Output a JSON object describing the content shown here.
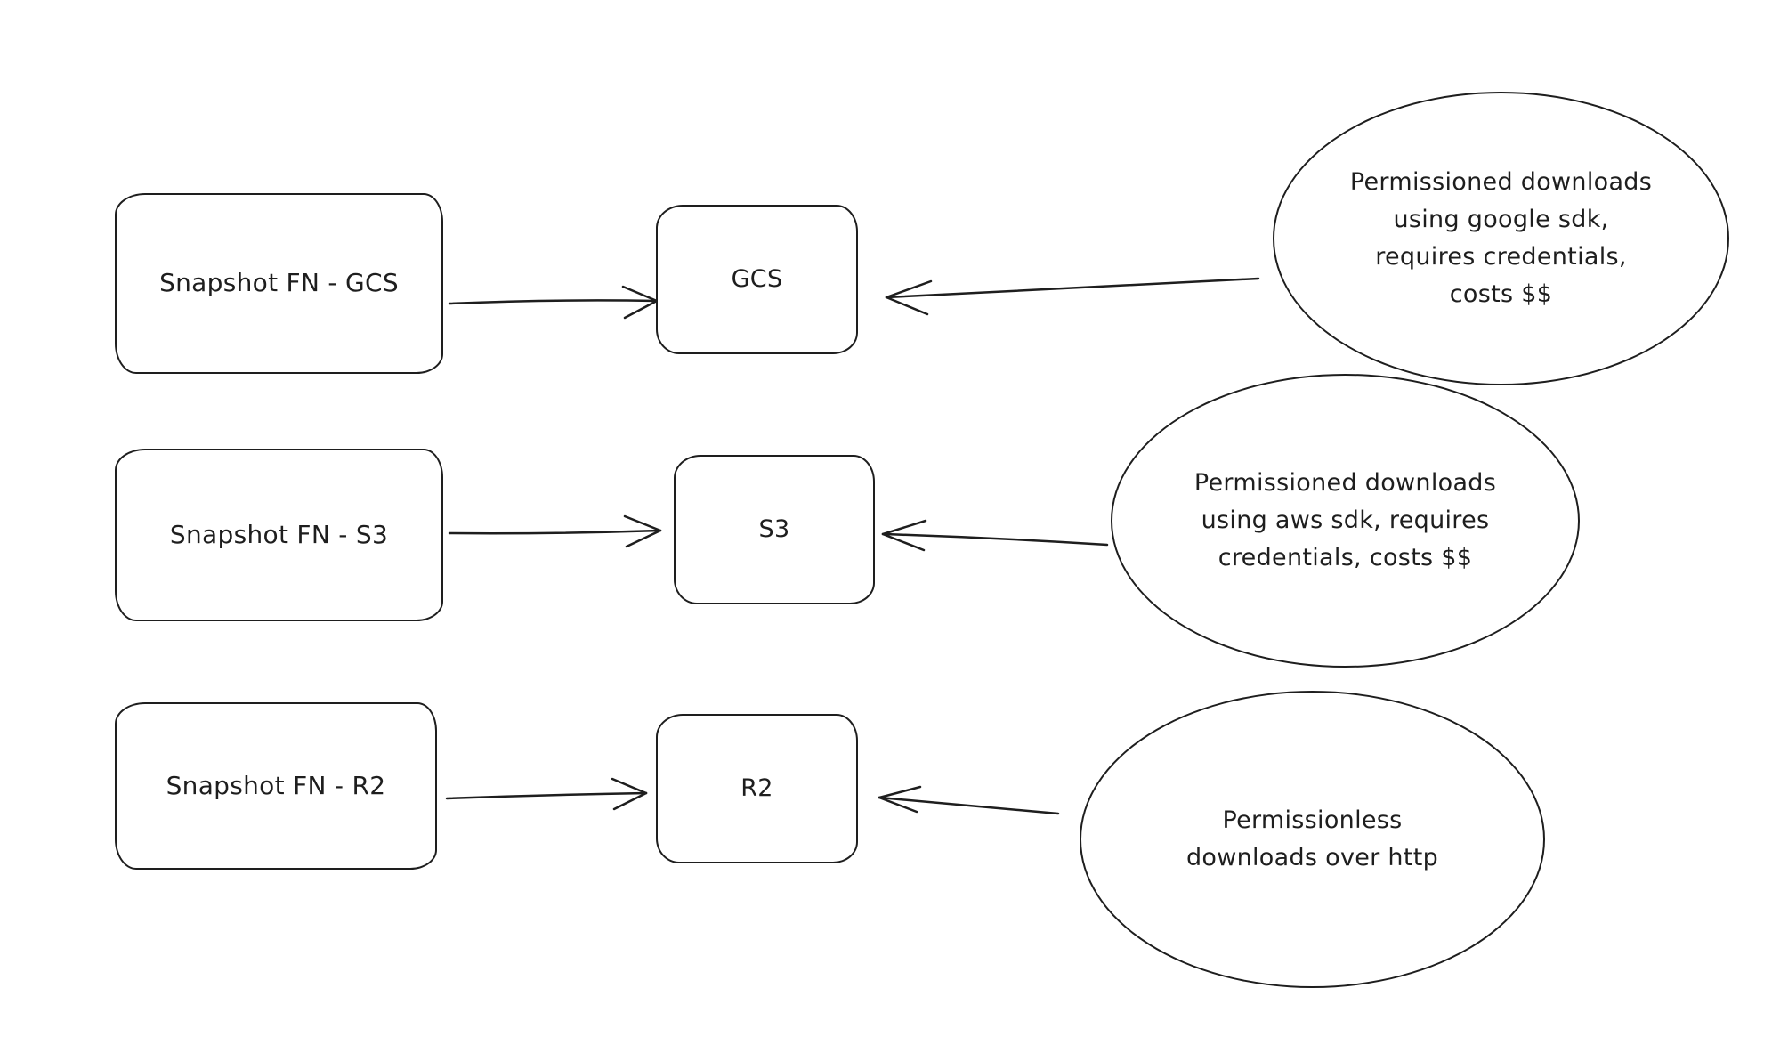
{
  "diagram": {
    "style": "hand-drawn flowchart",
    "colors": {
      "stroke": "#1e1e1e",
      "background": "#ffffff"
    },
    "nodes": {
      "snapshot_gcs": {
        "label": "Snapshot FN - GCS",
        "shape": "rounded-rectangle"
      },
      "gcs": {
        "label": "GCS",
        "shape": "rounded-rectangle"
      },
      "note_gcs": {
        "label": "Permissioned downloads\nusing google sdk,\nrequires credentials,\ncosts $$",
        "shape": "ellipse"
      },
      "snapshot_s3": {
        "label": "Snapshot FN - S3",
        "shape": "rounded-rectangle"
      },
      "s3": {
        "label": "S3",
        "shape": "rounded-rectangle"
      },
      "note_s3": {
        "label": "Permissioned downloads\nusing aws sdk, requires\ncredentials, costs $$",
        "shape": "ellipse"
      },
      "snapshot_r2": {
        "label": "Snapshot FN - R2",
        "shape": "rounded-rectangle"
      },
      "r2": {
        "label": "R2",
        "shape": "rounded-rectangle"
      },
      "note_r2": {
        "label": "Permissionless\ndownloads over http",
        "shape": "ellipse"
      }
    },
    "edges": [
      {
        "from": "snapshot_gcs",
        "to": "gcs"
      },
      {
        "from": "note_gcs",
        "to": "gcs"
      },
      {
        "from": "snapshot_s3",
        "to": "s3"
      },
      {
        "from": "note_s3",
        "to": "s3"
      },
      {
        "from": "snapshot_r2",
        "to": "r2"
      },
      {
        "from": "note_r2",
        "to": "r2"
      }
    ]
  }
}
